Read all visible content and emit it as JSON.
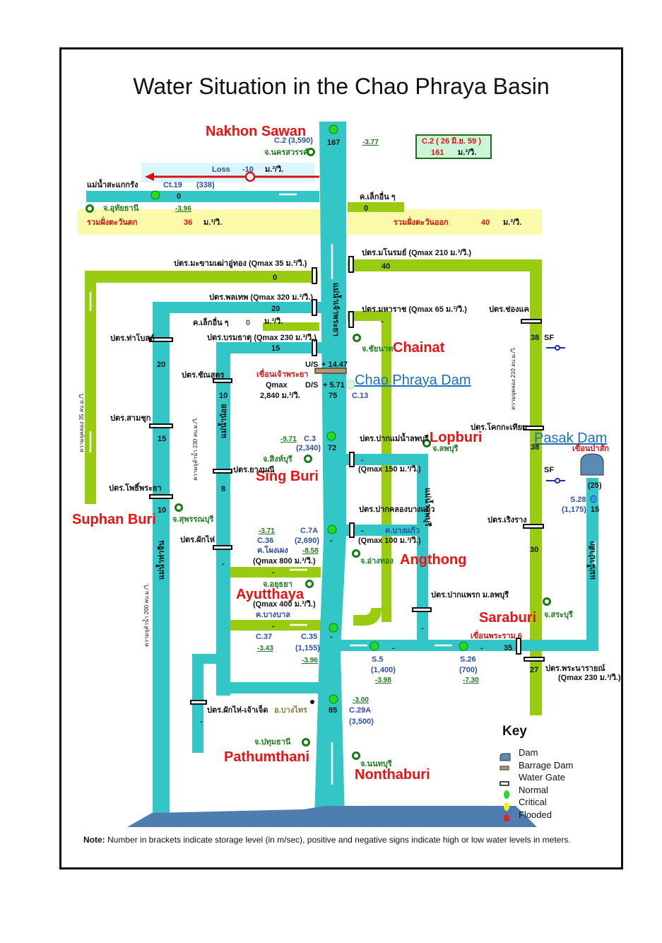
{
  "title": "Water Situation in the Chao Phraya Basin",
  "colors": {
    "river_main": "#33c6c6",
    "canal_green": "#99cc11",
    "highlight_yellow": "#fafaaa",
    "loss_band": "#d8f6fc",
    "loss_arrow": "#dd1111",
    "city_label": "#ee1111",
    "dam_link": "#1a6fc0",
    "station_normal": "#22dd22",
    "station_critical": "#eeee22",
    "station_flooded": "#dd2222"
  },
  "cities": {
    "nakhon_sawan": "Nakhon Sawan",
    "chainat": "Chainat",
    "chao_phraya_dam": "Chao Phraya Dam",
    "lopburi": "Lopburi",
    "pasak_dam": "Pasak Dam",
    "sing_buri": "Sing Buri",
    "suphan_buri": "Suphan Buri",
    "angthong": "Angthong",
    "ayutthaya": "Ayutthaya",
    "saraburi": "Saraburi",
    "pathumthani": "Pathumthani",
    "nonthaburi": "Nonthaburi"
  },
  "stations": {
    "c2": {
      "code": "C.2",
      "storage": "(3,590)",
      "flow": "167",
      "level": "-3.77",
      "province": "จ.นครสวรรค์"
    },
    "c2_box": {
      "line1": "C.2 (   26 มิ.ย. 59  )",
      "value": "161",
      "unit": "ม.³/วิ."
    },
    "loss": {
      "label": "Loss",
      "value": "-10",
      "unit": "ม.³/วิ."
    },
    "ct19": {
      "river": "แม่น้ำสะแกกรัง",
      "code": "Ct.19",
      "storage": "(338)",
      "flow": "0",
      "province": "จ.อุทัยธานี",
      "level": "-3.96"
    },
    "small_canal_east": {
      "name": "ค.เล็กอื่น ๆ",
      "flow": "0"
    },
    "west_total": {
      "label": "รวมฝั่งตะวันตก",
      "value": "36",
      "unit": "ม.³/วิ."
    },
    "east_total": {
      "label": "รวมฝั่งตะวันออก",
      "value": "40",
      "unit": "ม.³/วิ."
    },
    "gate_makham": {
      "name": "ปตร.มะขามเฒ่าอู่ทอง (Qmax 35 ม.³/วิ.)",
      "flow": "0"
    },
    "gate_manorom": {
      "name": "ปตร.มโนรมย์ (Qmax 210 ม.³/วิ.)",
      "flow": "40"
    },
    "gate_phonlathep": {
      "name": "ปตร.พลเทพ (Qmax 320 ม.³/วิ.)",
      "flow": "20"
    },
    "gate_maharaj": {
      "name": "ปตร.มหาราช (Qmax 65 ม.³/วิ.)",
      "flow": "-"
    },
    "small_canal_west": {
      "name": "ค.เล็กอื่น ๆ",
      "flow": "0",
      "unit": "ม.³/วิ."
    },
    "gate_borommathat": {
      "name": "ปตร.บรมธาตุ (Qmax 230 ม.³/วิ.)",
      "flow": "15"
    },
    "gate_chongkhae": {
      "name": "ปตร.ช่องแค",
      "flow": "38",
      "sf": "SF"
    },
    "province_chainat": "จ.ชัยนาท",
    "gate_thapho": {
      "name": "ปตร.ท่าโบสถ์",
      "flow": "20"
    },
    "gate_sisuk": {
      "name": "ปตร.ชัณสูตร",
      "flow": "10"
    },
    "chao_phraya_dam": {
      "name": "เขื่อนเจ้าพระยา",
      "us_label": "U/S",
      "us_value": "+ 14.47",
      "ds_label": "D/S",
      "ds_value": "+ 5.71",
      "qmax_label": "Qmax",
      "qmax_value": "2,840 ม.³/วิ.",
      "flow": "75",
      "station": "C.13"
    },
    "c3": {
      "code": "C.3",
      "storage": "(2,340)",
      "level": "-9.71",
      "flow": "72",
      "province": "จ.สิงห์บุรี"
    },
    "gate_samchuk": {
      "name": "ปตร.สามชุก",
      "flow": "15"
    },
    "gate_yangmanee": {
      "name": "ปตร.ยางมณี",
      "flow": "8"
    },
    "gate_lopburi_mouth": {
      "name": "ปตร.ปากแม่น้ำลพบุรี",
      "flow": "-",
      "qmax": "(Qmax 150 ม.³/วิ.)"
    },
    "province_lopburi": "จ.ลพบุรี",
    "gate_khokkathiam": {
      "name": "ปตร.โคกกะเทียม",
      "flow": "38",
      "sf": "SF"
    },
    "pasak_dam": {
      "name": "เขื่อนป่าสัก",
      "storage": "(25)",
      "station": "S.28",
      "station_storage": "(1,175)",
      "flow": "15"
    },
    "gate_phophraya": {
      "name": "ปตร.โพธิ์พระยา",
      "flow": "10"
    },
    "province_suphan": "จ.สุพรรณบุรี",
    "gate_bangkaeo": {
      "name": "ปตร.ปากคลองบางแก้ว",
      "flow": "-",
      "qmax": "(Qmax 100 ม.³/วิ.)",
      "canal": "ค.บางแก้ว"
    },
    "gate_roengrang": {
      "name": "ปตร.เริงราง",
      "flow": "30"
    },
    "c7a": {
      "code": "C.7A",
      "storage": "(2,690)",
      "level": "-3.71",
      "flow": "-"
    },
    "c36": {
      "code": "C.36",
      "canal": "ค.โผงเผง",
      "level": "-8.58",
      "qmax": "(Qmax 800 ม.³/วิ.)",
      "flow": "-"
    },
    "gate_phakhai": {
      "name": "ปตร.ผักไห่",
      "flow": "-"
    },
    "province_angthong": "จ.อ่างทอง",
    "province_ayutthaya": "จ.อยุธยา",
    "bangban": {
      "qmax": "(Qmax 400 ม.³/วิ.)",
      "canal": "ค.บางบาล",
      "flow": "-"
    },
    "c37": {
      "code": "C.37",
      "level": "-3.43"
    },
    "c35": {
      "code": "C.35",
      "storage": "(1,155)",
      "level": "-3.96",
      "flow": "-"
    },
    "gate_lopburi_town": {
      "name": "ปตร.ปากแพรก ม.ลพบุรี",
      "flow": "-"
    },
    "province_saraburi": "จ.สระบุรี",
    "rama6": {
      "name": "เขื่อนพระราม 6",
      "flow": "35"
    },
    "s5": {
      "code": "S.5",
      "storage": "(1,400)",
      "level": "-3.98",
      "flow": "-"
    },
    "s26": {
      "code": "S.26",
      "storage": "(700)",
      "level": "-7.30",
      "flow": "-"
    },
    "gate_phranarai": {
      "name": "ปตร.พระนารายณ์",
      "flow": "27",
      "qmax": "(Qmax 230 ม.³/วิ.)"
    },
    "gate_phakhai_chaochet": {
      "name": "ปตร.ผักไห่-เจ้าเจ็ด",
      "flow": "-"
    },
    "bangsai": {
      "name": "อ.บางไทร"
    },
    "c29a": {
      "code": "C.29A",
      "storage": "(3,500)",
      "level": "-3.00",
      "flow": "85"
    },
    "province_pathum": "จ.ปทุมธานี",
    "province_nonthaburi": "จ.นนทบุรี",
    "river_labels": {
      "chao_phraya": "แม่น้ำเจ้าพระยา",
      "tha_chin": "แม่น้ำท่าจีน",
      "noi": "แม่น้ำน้อย",
      "lopburi": "แม่น้ำลพบุรี",
      "pasak": "แม่น้ำป่าสัก",
      "capacity_west": "ความจุคลอง 35 ลบ.ม./วิ.",
      "capacity_thachin": "ความจุลำน้ำ 200 ลบ.ม./วิ.",
      "capacity_noi": "ความจุลำน้ำ 230 ลบ.ม./วิ.",
      "capacity_east": "ความจุคลอง 210 ลบ.ม./วิ."
    }
  },
  "key": {
    "title": "Key",
    "items": [
      {
        "label": "Dam",
        "icon": "dam-icon"
      },
      {
        "label": "Barrage Dam",
        "icon": "barrage-icon"
      },
      {
        "label": "Water Gate",
        "icon": "water-gate-icon"
      },
      {
        "label": "Normal",
        "icon": "green-dot-icon"
      },
      {
        "label": "Critical",
        "icon": "yellow-dot-icon"
      },
      {
        "label": "Flooded",
        "icon": "red-dot-icon"
      }
    ]
  },
  "note": {
    "label": "Note:",
    "text": "Number in brackets indicate storage level (in m/sec), positive and negative signs indicate high or low water levels in meters."
  }
}
